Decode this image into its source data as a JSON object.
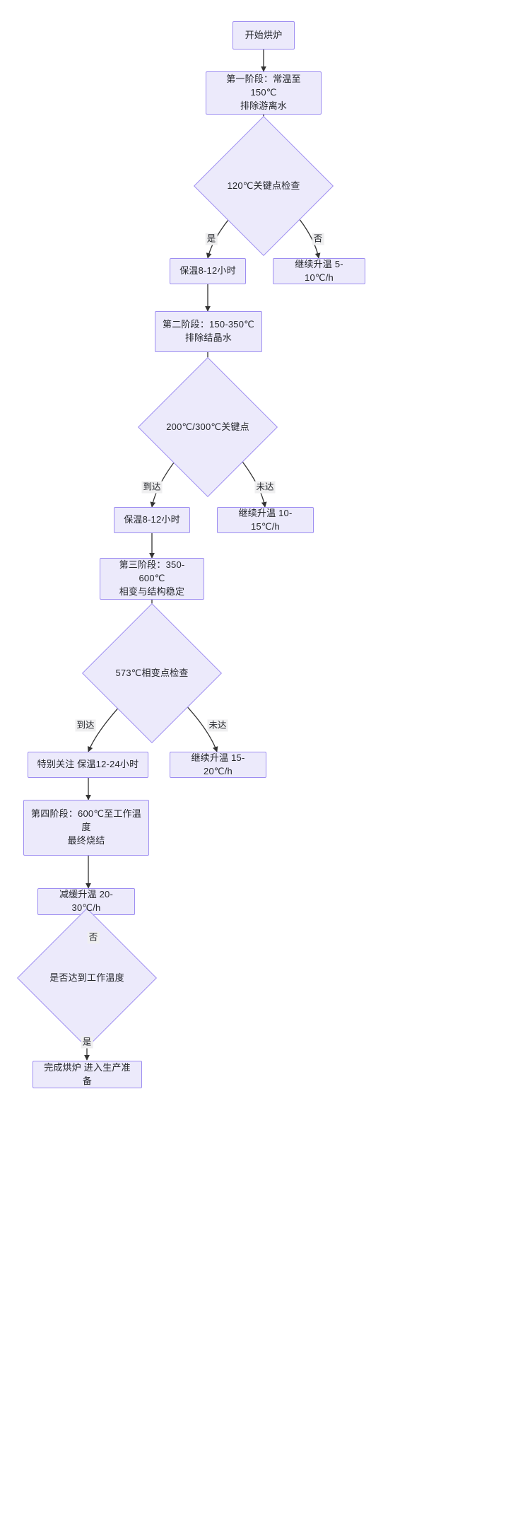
{
  "diagram": {
    "type": "flowchart",
    "direction": "top-down",
    "theme": {
      "node_fill": "#ECEAFB",
      "node_stroke": "#9D8DF1",
      "edge_stroke": "#333333",
      "text_color": "#24262b",
      "edge_label_bg": "#efeff0",
      "background": "#ffffff"
    },
    "nodes": [
      {
        "id": "start",
        "shape": "rect",
        "label": "开始烘炉"
      },
      {
        "id": "stage1",
        "shape": "rect",
        "label": "第一阶段：常温至150℃\n排除游离水"
      },
      {
        "id": "check120",
        "shape": "diamond",
        "label": "120℃关键点检查"
      },
      {
        "id": "hold1",
        "shape": "rect",
        "label": "保温8-12小时"
      },
      {
        "id": "ramp1",
        "shape": "rect",
        "label": "继续升温 5-10℃/h"
      },
      {
        "id": "stage2",
        "shape": "rect",
        "label": "第二阶段：150-350℃\n排除结晶水"
      },
      {
        "id": "check200",
        "shape": "diamond",
        "label": "200℃/300℃关键点"
      },
      {
        "id": "hold2",
        "shape": "rect",
        "label": "保温8-12小时"
      },
      {
        "id": "ramp2",
        "shape": "rect",
        "label": "继续升温 10-15℃/h"
      },
      {
        "id": "stage3",
        "shape": "rect",
        "label": "第三阶段：350-600℃\n相变与结构稳定"
      },
      {
        "id": "check573",
        "shape": "diamond",
        "label": "573℃相变点检查"
      },
      {
        "id": "hold3",
        "shape": "rect",
        "label": "特别关注 保温12-24小时"
      },
      {
        "id": "ramp3",
        "shape": "rect",
        "label": "继续升温 15-20℃/h"
      },
      {
        "id": "stage4",
        "shape": "rect",
        "label": "第四阶段：600℃至工作温度\n最终烧结"
      },
      {
        "id": "slowramp",
        "shape": "rect",
        "label": "减缓升温 20-30℃/h"
      },
      {
        "id": "checkwork",
        "shape": "diamond",
        "label": "是否达到工作温度"
      },
      {
        "id": "finish",
        "shape": "rect",
        "label": "完成烘炉 进入生产准备"
      }
    ],
    "edges": [
      {
        "from": "start",
        "to": "stage1",
        "label": ""
      },
      {
        "from": "stage1",
        "to": "check120",
        "label": ""
      },
      {
        "from": "check120",
        "to": "hold1",
        "label": "是"
      },
      {
        "from": "check120",
        "to": "ramp1",
        "label": "否"
      },
      {
        "from": "hold1",
        "to": "stage2",
        "label": ""
      },
      {
        "from": "stage2",
        "to": "check200",
        "label": ""
      },
      {
        "from": "check200",
        "to": "hold2",
        "label": "到达"
      },
      {
        "from": "check200",
        "to": "ramp2",
        "label": "未达"
      },
      {
        "from": "hold2",
        "to": "stage3",
        "label": ""
      },
      {
        "from": "stage3",
        "to": "check573",
        "label": ""
      },
      {
        "from": "check573",
        "to": "hold3",
        "label": "到达"
      },
      {
        "from": "check573",
        "to": "ramp3",
        "label": "未达"
      },
      {
        "from": "hold3",
        "to": "stage4",
        "label": ""
      },
      {
        "from": "stage4",
        "to": "slowramp",
        "label": ""
      },
      {
        "from": "slowramp",
        "to": "checkwork",
        "label": ""
      },
      {
        "from": "checkwork",
        "to": "slowramp",
        "label": "否"
      },
      {
        "from": "checkwork",
        "to": "finish",
        "label": "是"
      }
    ],
    "edge_labels": {
      "yes": "是",
      "no": "否",
      "reached": "到达",
      "not_reached": "未达"
    }
  }
}
